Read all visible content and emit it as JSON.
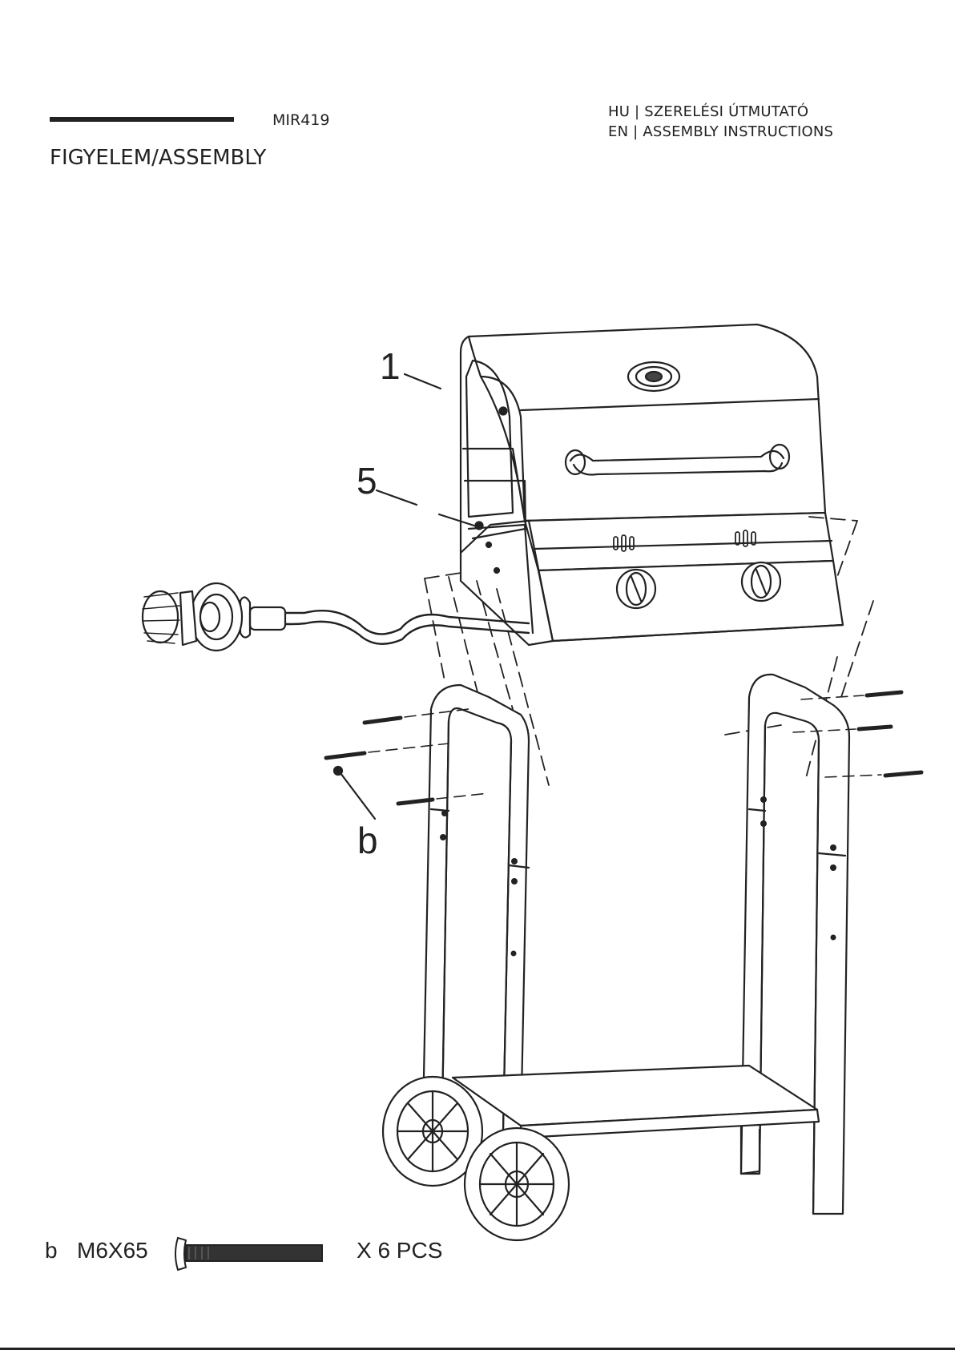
{
  "header": {
    "model": "MIR419",
    "lang_hu": "HU | SZERELÉSI ÚTMUTATÓ",
    "lang_en": "EN | ASSEMBLY INSTRUCTIONS",
    "title": "FIGYELEM/ASSEMBLY"
  },
  "callouts": {
    "part_1": "1",
    "part_5": "5",
    "part_b": "b"
  },
  "parts_list": {
    "letter": "b",
    "spec": "M6X65",
    "quantity": "X 6 PCS"
  }
}
